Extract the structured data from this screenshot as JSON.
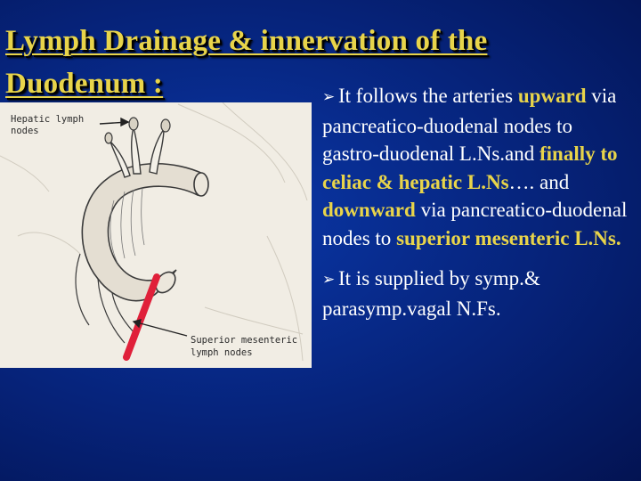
{
  "slide": {
    "title_line1": "Lymph Drainage & innervation of the",
    "title_line2": "Duodenum :",
    "colors": {
      "background": "#06237a",
      "title": "#e8d44a",
      "highlight": "#e8d44a",
      "text": "#ffffff"
    }
  },
  "figure": {
    "label_hepatic_1": "Hepatic lymph",
    "label_hepatic_2": "nodes",
    "label_superior_1": "Superior mesenteric",
    "label_superior_2": "lymph nodes"
  },
  "bullets": [
    {
      "icon": "arrow-bullet-icon",
      "segments": [
        {
          "text": "It follows the arteries ",
          "highlight": false
        },
        {
          "text": "upward",
          "highlight": true
        },
        {
          "text": " via pancreatico-duodenal nodes to gastro-duodenal L.Ns.and ",
          "highlight": false
        },
        {
          "text": "finally to celiac & hepatic  L.Ns",
          "highlight": true
        },
        {
          "text": "…. and ",
          "highlight": false
        },
        {
          "text": "downward",
          "highlight": true
        },
        {
          "text": "   via pancreatico-duodenal nodes to   ",
          "highlight": false
        },
        {
          "text": "superior mesenteric L.Ns.",
          "highlight": true
        }
      ]
    },
    {
      "icon": "arrow-bullet-icon",
      "segments": [
        {
          "text": "It is supplied by symp.& parasymp.vagal N.Fs.",
          "highlight": false
        }
      ]
    }
  ]
}
